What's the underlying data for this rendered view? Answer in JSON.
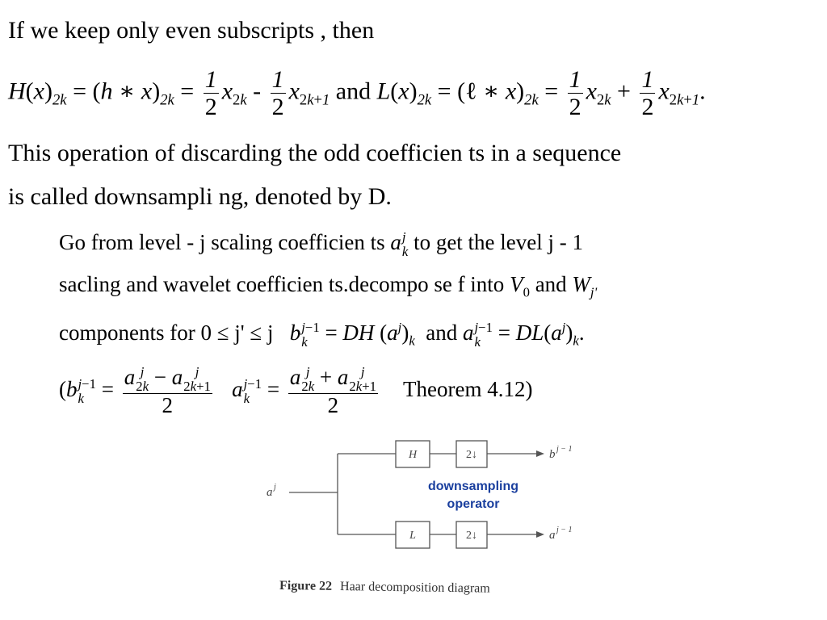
{
  "line1": "If  we keep only  even subscripts , then",
  "eq_and": "and",
  "line3": "This  operation  of  discarding  the odd coefficien ts in  a sequence",
  "line4": "is called  downsampli ng, denoted by D.",
  "line5_before": "Go from level - j scaling  coefficien ts",
  "line5_after": "to get the  level  j - 1",
  "line6_before": "sacling  and wavelet  coefficien ts.decompo se f  into",
  "line6_and": "and",
  "line7_before": "components  for 0 ≤ j' ≤ j",
  "line7_and": "and",
  "theorem": "Theorem  4.12)",
  "diagram": {
    "input_label": "a",
    "input_sup": "j",
    "box_H": "H",
    "box_L": "L",
    "box_down": "2↓",
    "out_top": "b",
    "out_top_sup": "j − 1",
    "out_bottom": "a",
    "out_bottom_sup": "j − 1",
    "callout_line1": "downsampling",
    "callout_line2": "operator",
    "callout_color": "#1a3f9e",
    "caption_bold": "Figure 22",
    "caption_text": "Haar decomposition diagram"
  }
}
